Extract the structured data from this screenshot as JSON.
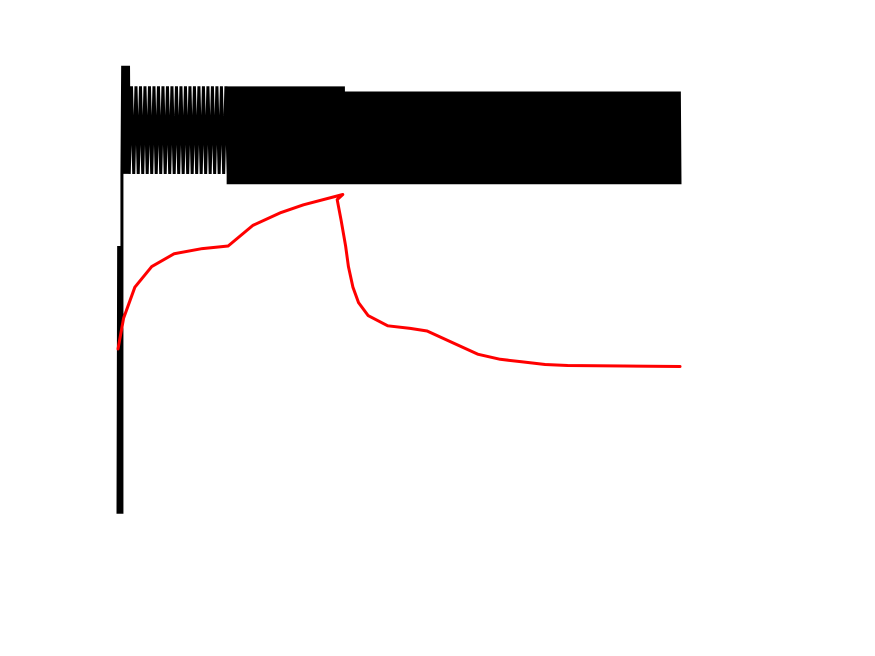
{
  "chart_data": {
    "type": "line",
    "title": "",
    "xlabel": "",
    "ylabel": "",
    "xlim": [
      0,
      1
    ],
    "ylim": [
      0,
      1
    ],
    "axes_visible": false,
    "grid": false,
    "colors": {
      "oscillation": "#000000",
      "envelope": "#ff0000",
      "background": "#ffffff"
    },
    "series": [
      {
        "style": "black oscillating line",
        "segments": [
          {
            "x_start": 0.0,
            "x_end": 0.007,
            "low": 0.08,
            "high": 0.6,
            "cycles": 3
          },
          {
            "x_start": 0.007,
            "x_end": 0.02,
            "low": 0.74,
            "high": 0.95,
            "cycles": 5
          },
          {
            "x_start": 0.02,
            "x_end": 0.196,
            "low": 0.74,
            "high": 0.91,
            "cycles": 22
          },
          {
            "x_start": 0.196,
            "x_end": 0.402,
            "low": 0.72,
            "high": 0.91,
            "cycles": 110
          },
          {
            "x_start": 0.402,
            "x_end": 1.0,
            "low": 0.72,
            "high": 0.9,
            "cycles": 260
          }
        ]
      },
      {
        "style": "red smooth line",
        "x": [
          0.0,
          0.01,
          0.03,
          0.06,
          0.1,
          0.15,
          0.196,
          0.24,
          0.29,
          0.33,
          0.4,
          0.39,
          0.397,
          0.405,
          0.41,
          0.418,
          0.428,
          0.445,
          0.48,
          0.52,
          0.55,
          0.6,
          0.64,
          0.68,
          0.72,
          0.76,
          0.8,
          0.9,
          1.0
        ],
        "y": [
          0.4,
          0.46,
          0.52,
          0.56,
          0.585,
          0.595,
          0.6,
          0.64,
          0.665,
          0.68,
          0.7,
          0.69,
          0.65,
          0.6,
          0.56,
          0.52,
          0.49,
          0.465,
          0.445,
          0.44,
          0.435,
          0.41,
          0.39,
          0.38,
          0.375,
          0.37,
          0.368,
          0.367,
          0.366
        ]
      }
    ]
  }
}
